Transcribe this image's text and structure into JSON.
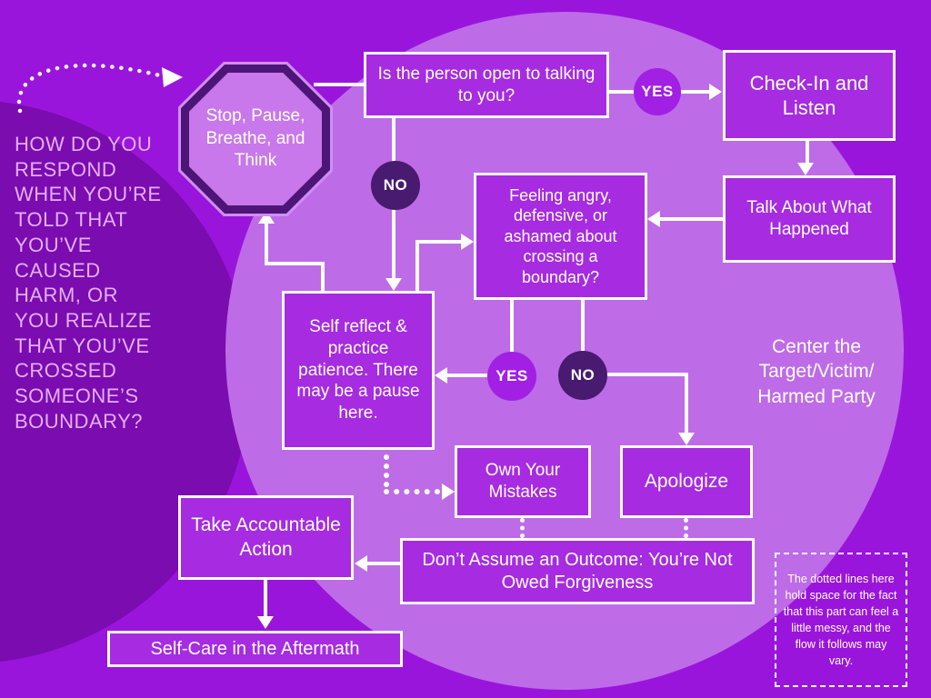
{
  "palette": {
    "background": "#9A15DB",
    "dark_circle": "#7A0CB0",
    "light_circle": "#BE6BE7",
    "box_fill": "#A62BE1",
    "box_border": "#FFFFFF",
    "octagon_fill": "#C878EA",
    "octagon_border": "#4E1578",
    "yes_circle": "#A21FE4",
    "no_circle": "#481A70",
    "headline_color": "#E3AFF5",
    "connector_color": "#FFFFFF"
  },
  "headline": "HOW DO YOU RESPOND WHEN YOU’RE TOLD THAT YOU’VE CAUSED HARM, OR YOU REALIZE THAT YOU’VE CROSSED SOMEONE’S BOUNDARY?",
  "nodes": {
    "stop": "Stop, Pause, Breathe, and Think",
    "open_question": "Is the person open to talking to you?",
    "check_in": "Check-In and Listen",
    "talk_about": "Talk About What Happened",
    "feeling_question": "Feeling angry, defensive, or ashamed about crossing a boundary?",
    "self_reflect": "Self reflect & practice patience. There may be a pause here.",
    "center_target": "Center the Target/Victim/ Harmed Party",
    "own_mistakes": "Own Your Mistakes",
    "apologize": "Apologize",
    "accountable_action": "Take Accountable Action",
    "dont_assume": "Don’t Assume an Outcome: You’re Not Owed Forgiveness",
    "self_care": "Self-Care in the Aftermath",
    "note": "The dotted lines here hold space for the fact that this part can feel a little messy, and the flow it follows may vary."
  },
  "labels": {
    "yes1": "YES",
    "no1": "NO",
    "yes2": "YES",
    "no2": "NO"
  }
}
